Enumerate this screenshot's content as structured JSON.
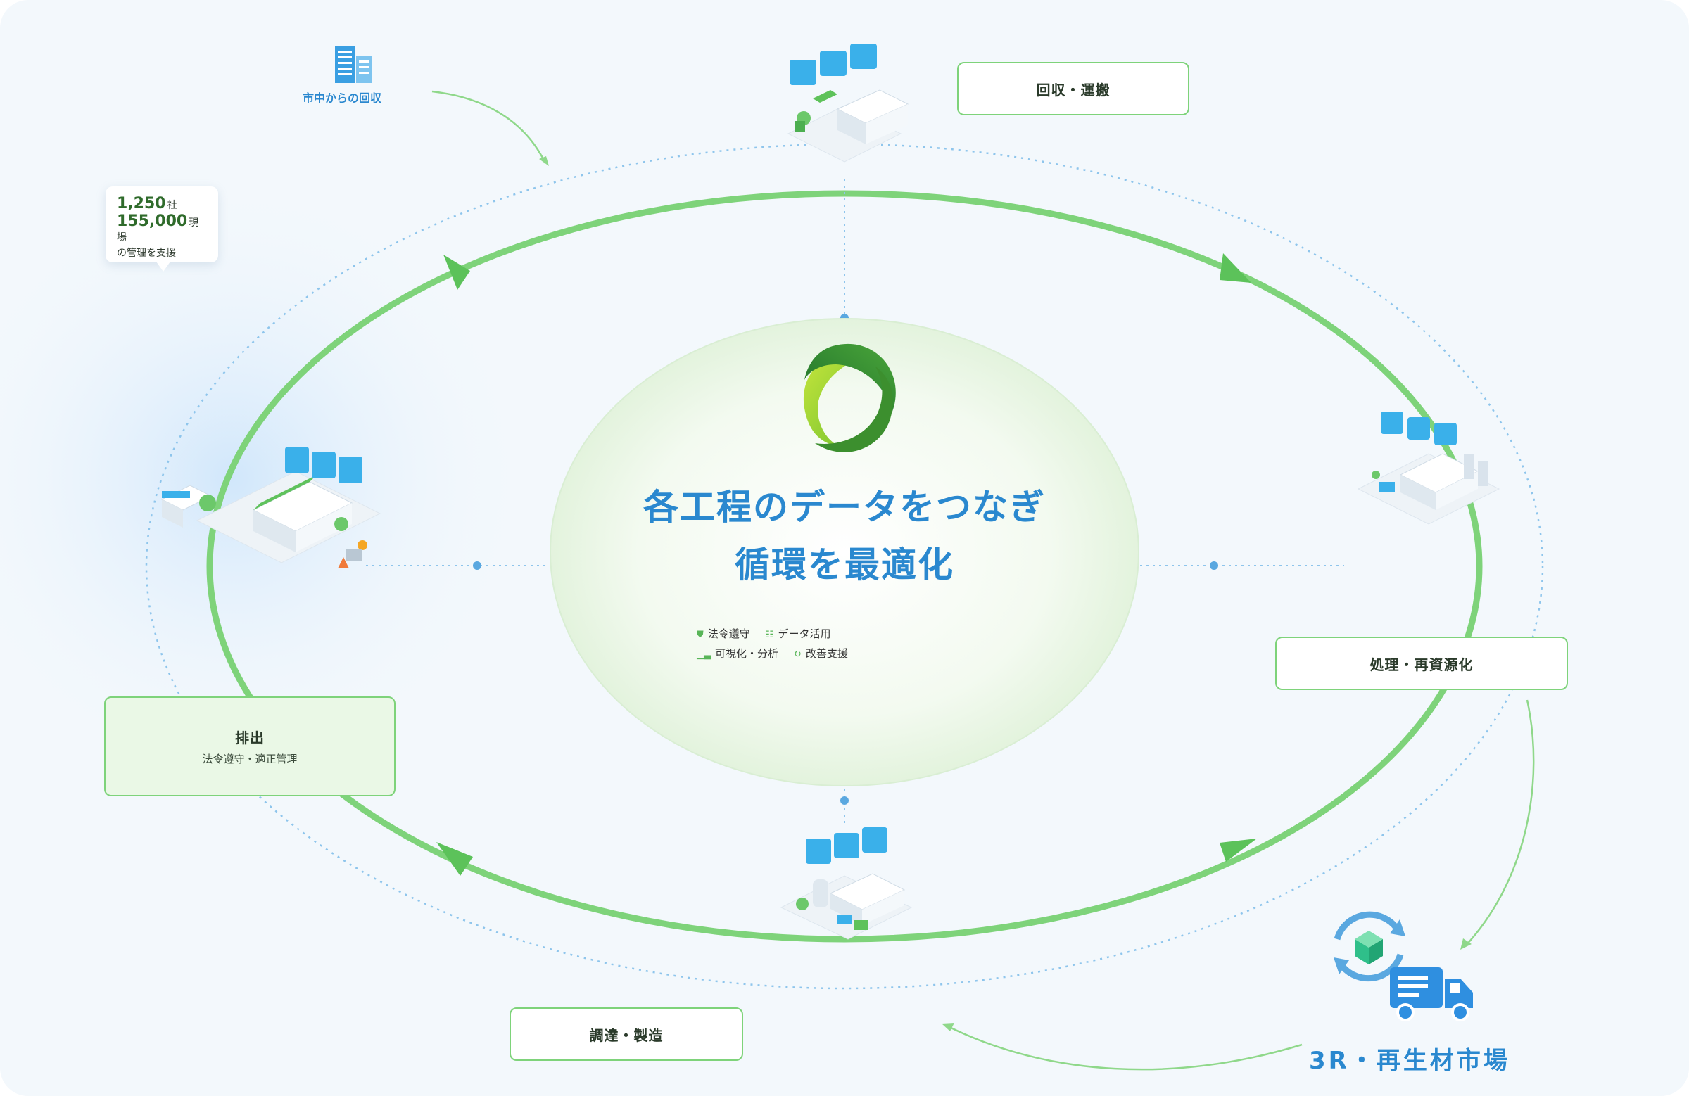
{
  "center": {
    "title_line1": "各工程のデータをつなぎ",
    "title_line2": "循環を最適化",
    "features": [
      {
        "label": "法令遵守",
        "icon": "shield-icon"
      },
      {
        "label": "データ活用",
        "icon": "database-icon"
      },
      {
        "label": "可視化・分析",
        "icon": "bar-chart-icon"
      },
      {
        "label": "改善支援",
        "icon": "refresh-icon"
      }
    ]
  },
  "stages": {
    "collection": {
      "title": "回収・運搬"
    },
    "processing": {
      "title": "処理・再資源化"
    },
    "procurement": {
      "title": "調達・製造"
    },
    "discharge": {
      "title": "排出",
      "subtitle": "法令遵守・適正管理"
    }
  },
  "city_collection": {
    "label": "市中からの回収"
  },
  "stats": {
    "companies_value": "1,250",
    "companies_unit": "社",
    "sites_value": "155,000",
    "sites_unit": "現場",
    "note": "の管理を支援"
  },
  "market": {
    "label": "3R・再生材市場"
  },
  "colors": {
    "accent_blue": "#2a88cf",
    "cycle_green": "#7ed37a",
    "dark_green": "#2f6b2b",
    "dotted_blue": "#8ec5ec"
  }
}
